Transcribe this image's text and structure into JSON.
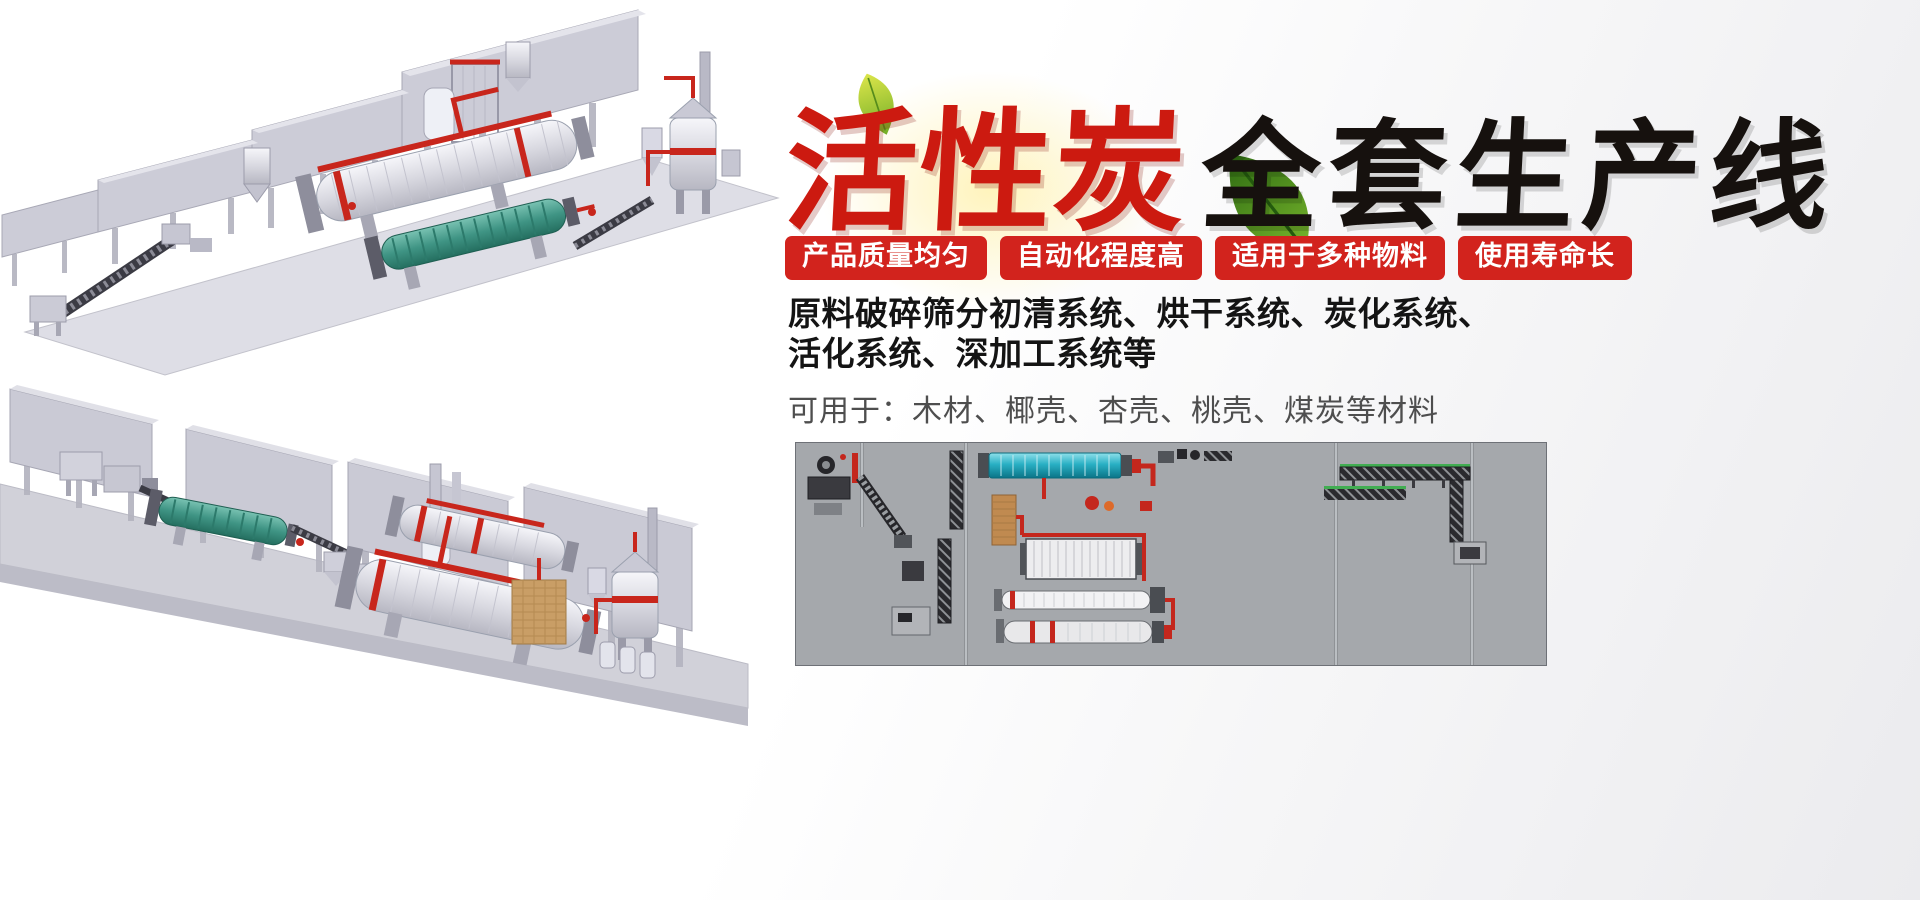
{
  "hero": {
    "title_red": "活性炭",
    "title_black": "全套生产线"
  },
  "badges": [
    {
      "label": "产品质量均匀"
    },
    {
      "label": "自动化程度高"
    },
    {
      "label": "适用于多种物料"
    },
    {
      "label": "使用寿命长"
    }
  ],
  "description": {
    "line1": "原料破碎筛分初清系统、烘干系统、炭化系统、",
    "line2": "活化系统、深加工系统等",
    "line3": "可用于：木材、椰壳、杏壳、桃壳、煤炭等材料"
  },
  "icons": {
    "leaf_small": "leaf-icon",
    "leaf_large": "leaf-icon"
  },
  "illustrations": {
    "top": "3d-production-line-render",
    "bottom": "3d-production-line-render",
    "layout_panel": "plant-top-view-layout-diagram"
  },
  "colors": {
    "badge_red": "#d2231d",
    "title_red": "#cc1a10",
    "title_black": "#16110e",
    "pipe_red": "#c4271d",
    "drum_cyan": "#29b0c4",
    "drum_teal": "#3f9484",
    "panel_gray": "#a5a8ac",
    "leaf_green": "#4e9a1e",
    "background": "#ffffff"
  }
}
